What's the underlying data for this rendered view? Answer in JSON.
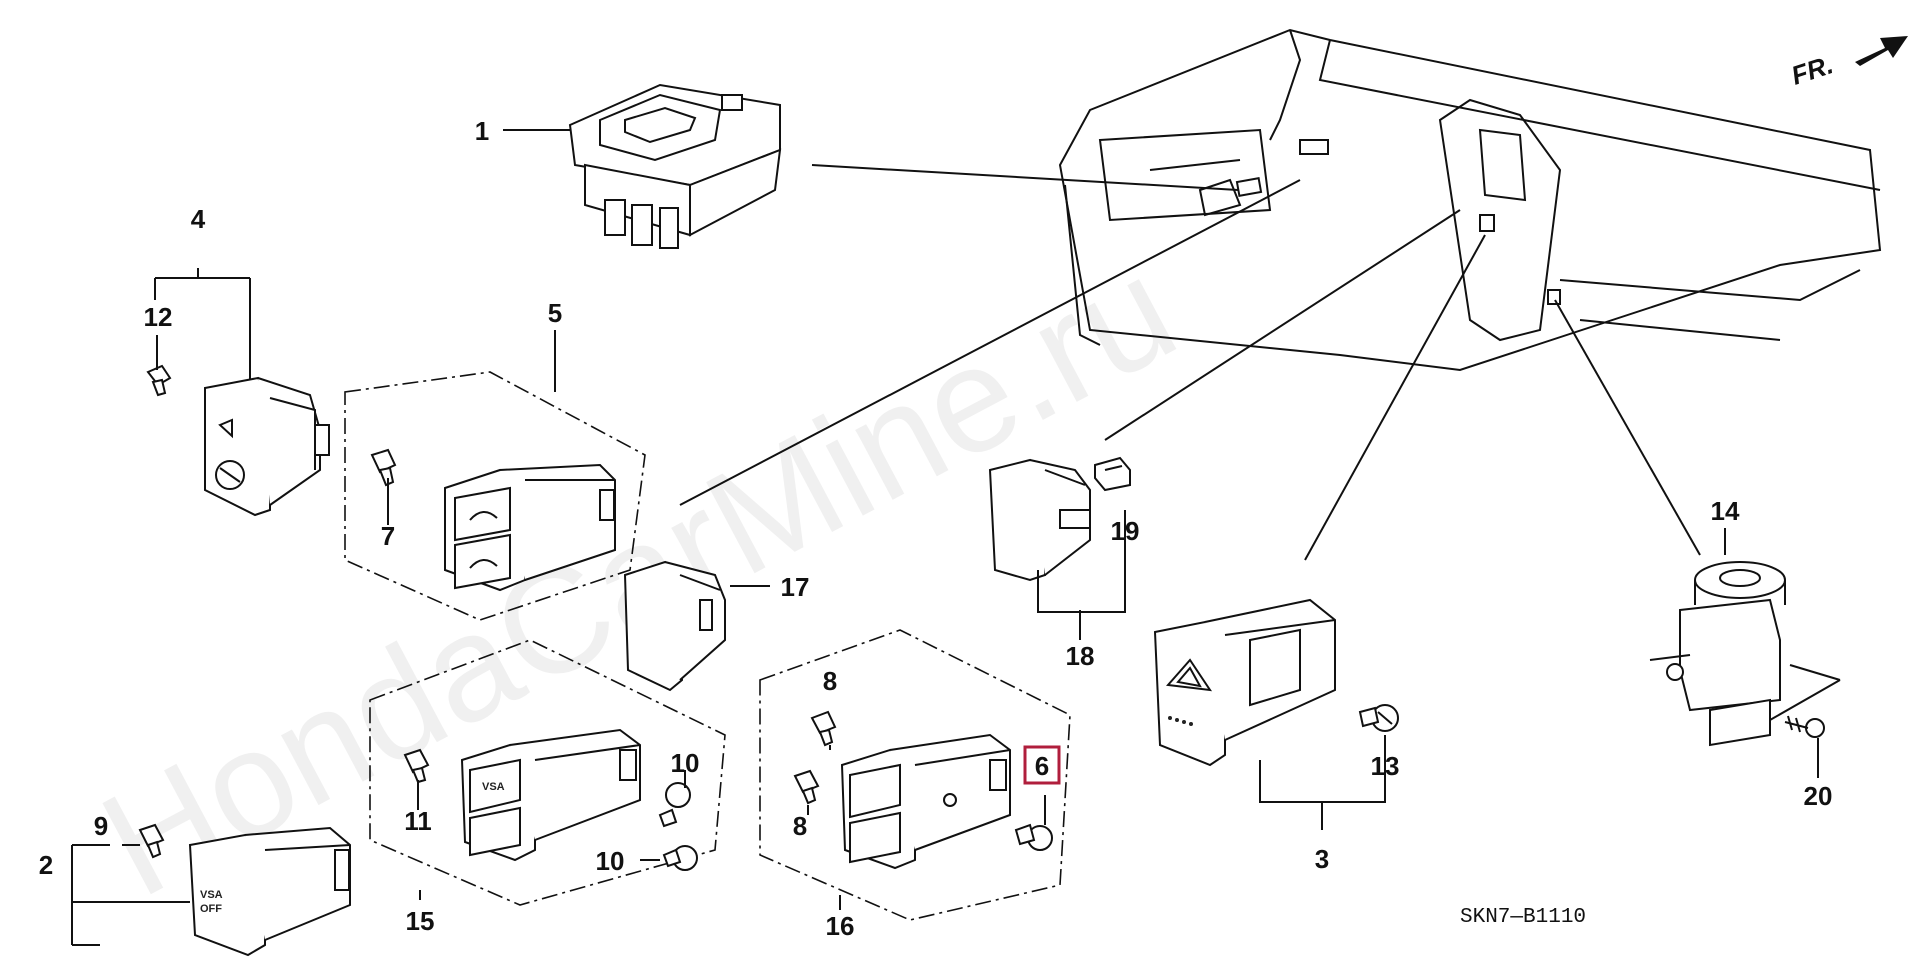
{
  "diagram": {
    "watermark": "HondaCarMine.ru",
    "direction_label": "FR.",
    "drawing_code": "SKN7—B1110",
    "highlight_color": "#b01e3c",
    "callouts": {
      "c1": "1",
      "c2": "2",
      "c3": "3",
      "c4": "4",
      "c5": "5",
      "c6": "6",
      "c7": "7",
      "c8a": "8",
      "c8b": "8",
      "c9": "9",
      "c10a": "10",
      "c10b": "10",
      "c11": "11",
      "c12": "12",
      "c13": "13",
      "c14": "14",
      "c15": "15",
      "c16": "16",
      "c17": "17",
      "c18": "18",
      "c19": "19",
      "c20": "20"
    },
    "highlighted_callout": "6"
  }
}
